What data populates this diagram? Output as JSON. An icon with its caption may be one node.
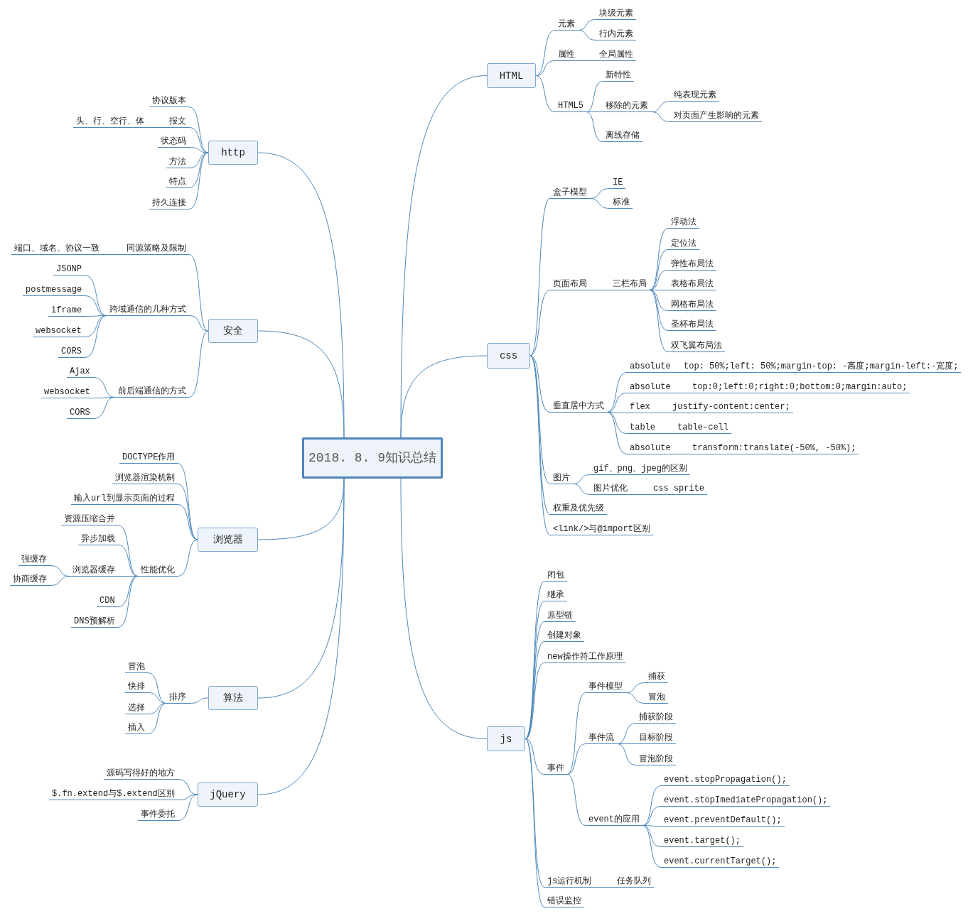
{
  "diagram": {
    "nodes": [
      {
        "text": [
          "2018. 8. 9知识总结"
        ]
      },
      {
        "text": [
          "HTML"
        ]
      },
      {
        "text": [
          "元素"
        ]
      },
      {
        "text": [
          "块级元素"
        ]
      },
      {
        "text": [
          "行内元素"
        ]
      },
      {
        "text": [
          "属性"
        ]
      },
      {
        "text": [
          "全局属性"
        ]
      },
      {
        "text": [
          "HTML5"
        ]
      },
      {
        "text": [
          "新特性"
        ]
      },
      {
        "text": [
          "移除的元素"
        ]
      },
      {
        "text": [
          "纯表现元素"
        ]
      },
      {
        "text": [
          "对页面产生影响的元素"
        ]
      },
      {
        "text": [
          "离线存储"
        ]
      },
      {
        "text": [
          "css"
        ]
      },
      {
        "text": [
          "盒子模型"
        ]
      },
      {
        "text": [
          "IE"
        ]
      },
      {
        "text": [
          "标准"
        ]
      },
      {
        "text": [
          "页面布局"
        ]
      },
      {
        "text": [
          "三栏布局"
        ]
      },
      {
        "text": [
          "浮动法"
        ]
      },
      {
        "text": [
          "定位法"
        ]
      },
      {
        "text": [
          "弹性布局法"
        ]
      },
      {
        "text": [
          "表格布局法"
        ]
      },
      {
        "text": [
          "网格布局法"
        ]
      },
      {
        "text": [
          "圣杯布局法"
        ]
      },
      {
        "text": [
          "双飞翼布局法"
        ]
      },
      {
        "text": [
          "垂直居中方式"
        ]
      },
      {
        "text": [
          "absolute"
        ]
      },
      {
        "text": [
          "top: 50%;left: 50%;margin-top: -高度;margin-left:-宽度;"
        ]
      },
      {
        "text": [
          "absolute"
        ]
      },
      {
        "text": [
          "top:0;left:0;right:0;bottom:0;margin:auto;"
        ]
      },
      {
        "text": [
          "flex"
        ]
      },
      {
        "text": [
          "justify-content:center;"
        ]
      },
      {
        "text": [
          "table"
        ]
      },
      {
        "text": [
          "table-cell"
        ]
      },
      {
        "text": [
          "absolute"
        ]
      },
      {
        "text": [
          "transform:translate(-50%, -50%);"
        ]
      },
      {
        "text": [
          "图片"
        ]
      },
      {
        "text": [
          "gif、png、jpeg的区别"
        ]
      },
      {
        "text": [
          "图片优化"
        ]
      },
      {
        "text": [
          "css sprite"
        ]
      },
      {
        "text": [
          "权重及优先级"
        ]
      },
      {
        "text": [
          "<link/>与@import区别"
        ]
      },
      {
        "text": [
          "js"
        ]
      },
      {
        "text": [
          "闭包"
        ]
      },
      {
        "text": [
          "继承"
        ]
      },
      {
        "text": [
          "原型链"
        ]
      },
      {
        "text": [
          "创建对象"
        ]
      },
      {
        "text": [
          "new操作符工作原理"
        ]
      },
      {
        "text": [
          "事件"
        ]
      },
      {
        "text": [
          "事件模型"
        ]
      },
      {
        "text": [
          "捕获"
        ]
      },
      {
        "text": [
          "冒泡"
        ]
      },
      {
        "text": [
          "事件流"
        ]
      },
      {
        "text": [
          "捕获阶段"
        ]
      },
      {
        "text": [
          "目标阶段"
        ]
      },
      {
        "text": [
          "冒泡阶段"
        ]
      },
      {
        "text": [
          "event的应用"
        ]
      },
      {
        "text": [
          "event.stopPropagation();"
        ]
      },
      {
        "text": [
          "event.stopImediatePropagation();"
        ]
      },
      {
        "text": [
          "event.preventDefault();"
        ]
      },
      {
        "text": [
          "event.target();"
        ]
      },
      {
        "text": [
          "event.currentTarget();"
        ]
      },
      {
        "text": [
          "js运行机制"
        ]
      },
      {
        "text": [
          "任务队列"
        ]
      },
      {
        "text": [
          "错误监控"
        ]
      },
      {
        "text": [
          "http"
        ]
      },
      {
        "text": [
          "协议版本"
        ]
      },
      {
        "text": [
          "报文"
        ]
      },
      {
        "text": [
          "头、行、空行、体"
        ]
      },
      {
        "text": [
          "状态码"
        ]
      },
      {
        "text": [
          "方法"
        ]
      },
      {
        "text": [
          "特点"
        ]
      },
      {
        "text": [
          "持久连接"
        ]
      },
      {
        "text": [
          "安全"
        ]
      },
      {
        "text": [
          "同源策略及限制"
        ]
      },
      {
        "text": [
          "端口、域名、协议一致"
        ]
      },
      {
        "text": [
          "跨域通信的几种方式"
        ]
      },
      {
        "text": [
          "JSONP"
        ]
      },
      {
        "text": [
          "postmessage"
        ]
      },
      {
        "text": [
          "iframe"
        ]
      },
      {
        "text": [
          "websocket"
        ]
      },
      {
        "text": [
          "CORS"
        ]
      },
      {
        "text": [
          "前后端通信的方式"
        ]
      },
      {
        "text": [
          "Ajax"
        ]
      },
      {
        "text": [
          "websocket"
        ]
      },
      {
        "text": [
          "CORS"
        ]
      },
      {
        "text": [
          "浏览器"
        ]
      },
      {
        "text": [
          "DOCTYPE作用"
        ]
      },
      {
        "text": [
          "浏览器渲染机制"
        ]
      },
      {
        "text": [
          "输入url到显示页面的过程"
        ]
      },
      {
        "text": [
          "性能优化"
        ]
      },
      {
        "text": [
          "资源压缩合并"
        ]
      },
      {
        "text": [
          "异步加载"
        ]
      },
      {
        "text": [
          "浏览器缓存"
        ]
      },
      {
        "text": [
          "强缓存"
        ]
      },
      {
        "text": [
          "协商缓存"
        ]
      },
      {
        "text": [
          "CDN"
        ]
      },
      {
        "text": [
          "DNS预解析"
        ]
      },
      {
        "text": [
          "算法"
        ]
      },
      {
        "text": [
          "排序"
        ]
      },
      {
        "text": [
          "冒泡"
        ]
      },
      {
        "text": [
          "快排"
        ]
      },
      {
        "text": [
          "选择"
        ]
      },
      {
        "text": [
          "插入"
        ]
      },
      {
        "text": [
          "jQuery"
        ]
      },
      {
        "text": [
          "源码写得好的地方"
        ]
      },
      {
        "text": [
          "$.fn.extend与$.extend区别"
        ]
      },
      {
        "text": [
          "事件委托"
        ]
      }
    ],
    "edges": [
      {
        "from": 0,
        "to": 1,
        "arrow": "none"
      },
      {
        "from": 0,
        "to": 13,
        "arrow": "none"
      },
      {
        "from": 0,
        "to": 43,
        "arrow": "none"
      },
      {
        "from": 0,
        "to": 66,
        "arrow": "none"
      },
      {
        "from": 0,
        "to": 74,
        "arrow": "none"
      },
      {
        "from": 0,
        "to": 87,
        "arrow": "none"
      },
      {
        "from": 0,
        "to": 99,
        "arrow": "none"
      },
      {
        "from": 0,
        "to": 105,
        "arrow": "none"
      },
      {
        "from": 1,
        "to": 2,
        "arrow": "none"
      },
      {
        "from": 2,
        "to": 3,
        "arrow": "none"
      },
      {
        "from": 2,
        "to": 4,
        "arrow": "none"
      },
      {
        "from": 1,
        "to": 5,
        "arrow": "none"
      },
      {
        "from": 5,
        "to": 6,
        "arrow": "none"
      },
      {
        "from": 1,
        "to": 7,
        "arrow": "none"
      },
      {
        "from": 7,
        "to": 8,
        "arrow": "none"
      },
      {
        "from": 7,
        "to": 9,
        "arrow": "none"
      },
      {
        "from": 9,
        "to": 10,
        "arrow": "none"
      },
      {
        "from": 9,
        "to": 11,
        "arrow": "none"
      },
      {
        "from": 7,
        "to": 12,
        "arrow": "none"
      },
      {
        "from": 13,
        "to": 14,
        "arrow": "none"
      },
      {
        "from": 14,
        "to": 15,
        "arrow": "none"
      },
      {
        "from": 14,
        "to": 16,
        "arrow": "none"
      },
      {
        "from": 13,
        "to": 17,
        "arrow": "none"
      },
      {
        "from": 17,
        "to": 18,
        "arrow": "none"
      },
      {
        "from": 18,
        "to": 19,
        "arrow": "none"
      },
      {
        "from": 18,
        "to": 20,
        "arrow": "none"
      },
      {
        "from": 18,
        "to": 21,
        "arrow": "none"
      },
      {
        "from": 18,
        "to": 22,
        "arrow": "none"
      },
      {
        "from": 18,
        "to": 23,
        "arrow": "none"
      },
      {
        "from": 18,
        "to": 24,
        "arrow": "none"
      },
      {
        "from": 18,
        "to": 25,
        "arrow": "none"
      },
      {
        "from": 13,
        "to": 26,
        "arrow": "none"
      },
      {
        "from": 26,
        "to": 27,
        "arrow": "none"
      },
      {
        "from": 27,
        "to": 28,
        "arrow": "none"
      },
      {
        "from": 26,
        "to": 29,
        "arrow": "none"
      },
      {
        "from": 29,
        "to": 30,
        "arrow": "none"
      },
      {
        "from": 26,
        "to": 31,
        "arrow": "none"
      },
      {
        "from": 31,
        "to": 32,
        "arrow": "none"
      },
      {
        "from": 26,
        "to": 33,
        "arrow": "none"
      },
      {
        "from": 33,
        "to": 34,
        "arrow": "none"
      },
      {
        "from": 26,
        "to": 35,
        "arrow": "none"
      },
      {
        "from": 35,
        "to": 36,
        "arrow": "none"
      },
      {
        "from": 13,
        "to": 37,
        "arrow": "none"
      },
      {
        "from": 37,
        "to": 38,
        "arrow": "none"
      },
      {
        "from": 37,
        "to": 39,
        "arrow": "none"
      },
      {
        "from": 39,
        "to": 40,
        "arrow": "none"
      },
      {
        "from": 13,
        "to": 41,
        "arrow": "none"
      },
      {
        "from": 13,
        "to": 42,
        "arrow": "none"
      },
      {
        "from": 43,
        "to": 44,
        "arrow": "none"
      },
      {
        "from": 43,
        "to": 45,
        "arrow": "none"
      },
      {
        "from": 43,
        "to": 46,
        "arrow": "none"
      },
      {
        "from": 43,
        "to": 47,
        "arrow": "none"
      },
      {
        "from": 43,
        "to": 48,
        "arrow": "none"
      },
      {
        "from": 43,
        "to": 49,
        "arrow": "none"
      },
      {
        "from": 49,
        "to": 50,
        "arrow": "none"
      },
      {
        "from": 50,
        "to": 51,
        "arrow": "none"
      },
      {
        "from": 50,
        "to": 52,
        "arrow": "none"
      },
      {
        "from": 49,
        "to": 53,
        "arrow": "none"
      },
      {
        "from": 53,
        "to": 54,
        "arrow": "none"
      },
      {
        "from": 53,
        "to": 55,
        "arrow": "none"
      },
      {
        "from": 53,
        "to": 56,
        "arrow": "none"
      },
      {
        "from": 49,
        "to": 57,
        "arrow": "none"
      },
      {
        "from": 57,
        "to": 58,
        "arrow": "none"
      },
      {
        "from": 57,
        "to": 59,
        "arrow": "none"
      },
      {
        "from": 57,
        "to": 60,
        "arrow": "none"
      },
      {
        "from": 57,
        "to": 61,
        "arrow": "none"
      },
      {
        "from": 57,
        "to": 62,
        "arrow": "none"
      },
      {
        "from": 43,
        "to": 63,
        "arrow": "none"
      },
      {
        "from": 63,
        "to": 64,
        "arrow": "none"
      },
      {
        "from": 43,
        "to": 65,
        "arrow": "none"
      },
      {
        "from": 66,
        "to": 67,
        "arrow": "none"
      },
      {
        "from": 66,
        "to": 68,
        "arrow": "none"
      },
      {
        "from": 68,
        "to": 69,
        "arrow": "none"
      },
      {
        "from": 66,
        "to": 70,
        "arrow": "none"
      },
      {
        "from": 66,
        "to": 71,
        "arrow": "none"
      },
      {
        "from": 66,
        "to": 72,
        "arrow": "none"
      },
      {
        "from": 66,
        "to": 73,
        "arrow": "none"
      },
      {
        "from": 74,
        "to": 75,
        "arrow": "none"
      },
      {
        "from": 75,
        "to": 76,
        "arrow": "none"
      },
      {
        "from": 74,
        "to": 77,
        "arrow": "none"
      },
      {
        "from": 77,
        "to": 78,
        "arrow": "none"
      },
      {
        "from": 77,
        "to": 79,
        "arrow": "none"
      },
      {
        "from": 77,
        "to": 80,
        "arrow": "none"
      },
      {
        "from": 77,
        "to": 81,
        "arrow": "none"
      },
      {
        "from": 77,
        "to": 82,
        "arrow": "none"
      },
      {
        "from": 74,
        "to": 83,
        "arrow": "none"
      },
      {
        "from": 83,
        "to": 84,
        "arrow": "none"
      },
      {
        "from": 83,
        "to": 85,
        "arrow": "none"
      },
      {
        "from": 83,
        "to": 86,
        "arrow": "none"
      },
      {
        "from": 87,
        "to": 88,
        "arrow": "none"
      },
      {
        "from": 87,
        "to": 89,
        "arrow": "none"
      },
      {
        "from": 87,
        "to": 90,
        "arrow": "none"
      },
      {
        "from": 87,
        "to": 91,
        "arrow": "none"
      },
      {
        "from": 91,
        "to": 92,
        "arrow": "none"
      },
      {
        "from": 91,
        "to": 93,
        "arrow": "none"
      },
      {
        "from": 91,
        "to": 94,
        "arrow": "none"
      },
      {
        "from": 94,
        "to": 95,
        "arrow": "none"
      },
      {
        "from": 94,
        "to": 96,
        "arrow": "none"
      },
      {
        "from": 91,
        "to": 97,
        "arrow": "none"
      },
      {
        "from": 91,
        "to": 98,
        "arrow": "none"
      },
      {
        "from": 99,
        "to": 100,
        "arrow": "none"
      },
      {
        "from": 100,
        "to": 101,
        "arrow": "none"
      },
      {
        "from": 100,
        "to": 102,
        "arrow": "none"
      },
      {
        "from": 100,
        "to": 103,
        "arrow": "none"
      },
      {
        "from": 100,
        "to": 104,
        "arrow": "none"
      },
      {
        "from": 105,
        "to": 106,
        "arrow": "none"
      },
      {
        "from": 105,
        "to": 107,
        "arrow": "none"
      },
      {
        "from": 105,
        "to": 108,
        "arrow": "none"
      }
    ]
  }
}
